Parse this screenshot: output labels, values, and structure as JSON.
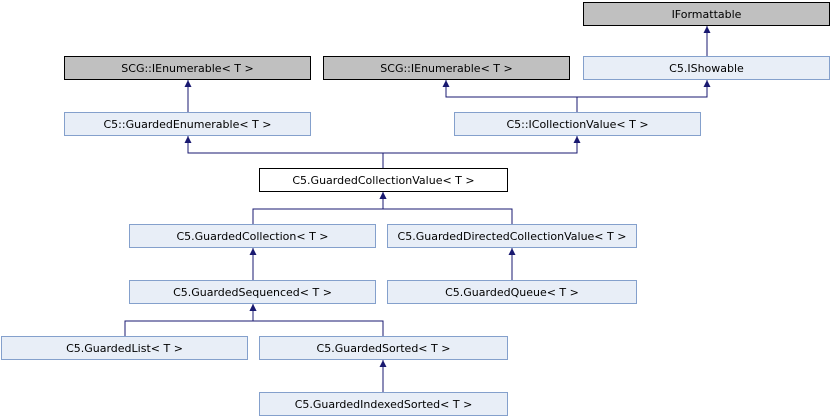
{
  "colors": {
    "external_fill": "#c0c0c0",
    "external_stroke": "#000000",
    "class_fill": "#e8eef7",
    "class_stroke": "#84a0cc",
    "current_fill": "#ffffff",
    "current_stroke": "#000000",
    "edge": "#191970"
  },
  "nodes": [
    {
      "id": "iformattable",
      "label": "IFormattable",
      "kind": "external"
    },
    {
      "id": "scg-ienumerable-1",
      "label": "SCG::IEnumerable< T >",
      "kind": "external"
    },
    {
      "id": "scg-ienumerable-2",
      "label": "SCG::IEnumerable< T >",
      "kind": "external"
    },
    {
      "id": "c5-ishowable",
      "label": "C5.IShowable",
      "kind": "class"
    },
    {
      "id": "c5-guarded-enumerable",
      "label": "C5::GuardedEnumerable< T >",
      "kind": "class"
    },
    {
      "id": "c5-icollection-value",
      "label": "C5::ICollectionValue< T >",
      "kind": "class"
    },
    {
      "id": "c5-guarded-collection-value",
      "label": "C5.GuardedCollectionValue< T >",
      "kind": "current"
    },
    {
      "id": "c5-guarded-collection",
      "label": "C5.GuardedCollection< T >",
      "kind": "class"
    },
    {
      "id": "c5-guarded-directed-collection-value",
      "label": "C5.GuardedDirectedCollectionValue< T >",
      "kind": "class"
    },
    {
      "id": "c5-guarded-sequenced",
      "label": "C5.GuardedSequenced< T >",
      "kind": "class"
    },
    {
      "id": "c5-guarded-queue",
      "label": "C5.GuardedQueue< T >",
      "kind": "class"
    },
    {
      "id": "c5-guarded-list",
      "label": "C5.GuardedList< T >",
      "kind": "class"
    },
    {
      "id": "c5-guarded-sorted",
      "label": "C5.GuardedSorted< T >",
      "kind": "class"
    },
    {
      "id": "c5-guarded-indexed-sorted",
      "label": "C5.GuardedIndexedSorted< T >",
      "kind": "class"
    }
  ],
  "edges": [
    {
      "from": "c5-ishowable",
      "to": "iformattable"
    },
    {
      "from": "c5-guarded-enumerable",
      "to": "scg-ienumerable-1"
    },
    {
      "from": "c5-icollection-value",
      "to": "scg-ienumerable-2"
    },
    {
      "from": "c5-icollection-value",
      "to": "c5-ishowable"
    },
    {
      "from": "c5-guarded-collection-value",
      "to": "c5-guarded-enumerable"
    },
    {
      "from": "c5-guarded-collection-value",
      "to": "c5-icollection-value"
    },
    {
      "from": "c5-guarded-collection",
      "to": "c5-guarded-collection-value"
    },
    {
      "from": "c5-guarded-directed-collection-value",
      "to": "c5-guarded-collection-value"
    },
    {
      "from": "c5-guarded-sequenced",
      "to": "c5-guarded-collection"
    },
    {
      "from": "c5-guarded-queue",
      "to": "c5-guarded-directed-collection-value"
    },
    {
      "from": "c5-guarded-list",
      "to": "c5-guarded-sequenced"
    },
    {
      "from": "c5-guarded-sorted",
      "to": "c5-guarded-sequenced"
    },
    {
      "from": "c5-guarded-indexed-sorted",
      "to": "c5-guarded-sorted"
    }
  ]
}
